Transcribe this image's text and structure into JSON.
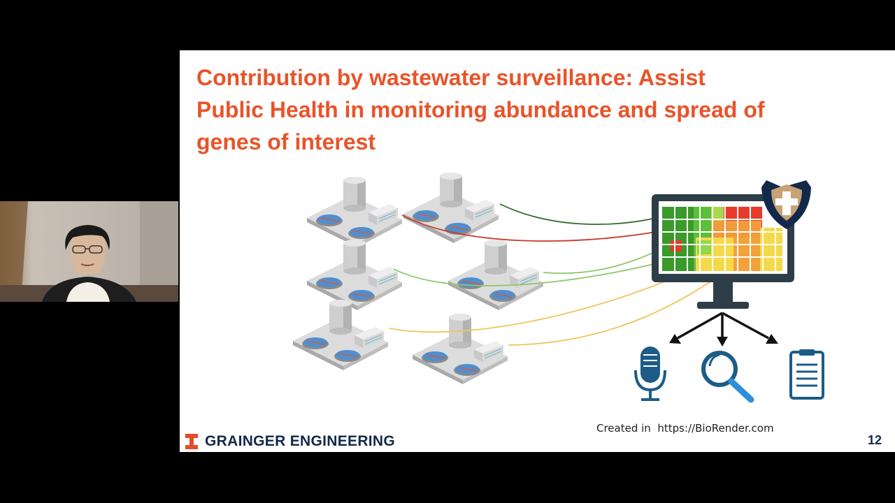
{
  "slide": {
    "title_lines": [
      "Contribution by wastewater surveillance: Assist",
      "Public Health in monitoring abundance and spread of",
      "genes of interest"
    ],
    "credit": "Created in  https://BioRender.com",
    "footer_brand": "GRAINGER ENGINEERING",
    "page_number": "12"
  },
  "colors": {
    "title": "#e8542a",
    "brand_navy": "#13294b",
    "brand_orange": "#e84a27",
    "line_dark_green": "#2f6b2a",
    "line_red": "#c83a2a",
    "line_light_green": "#8cc86a",
    "line_yellow": "#f0c45a"
  },
  "icons": {
    "treatment_plant": "wastewater-treatment-plant-icon",
    "dashboard": "heatmap-monitor-icon",
    "shield": "public-health-shield-icon",
    "microphone": "microphone-icon",
    "magnifier": "magnifying-glass-icon",
    "clipboard": "clipboard-report-icon",
    "logo": "illinois-block-i-icon"
  }
}
